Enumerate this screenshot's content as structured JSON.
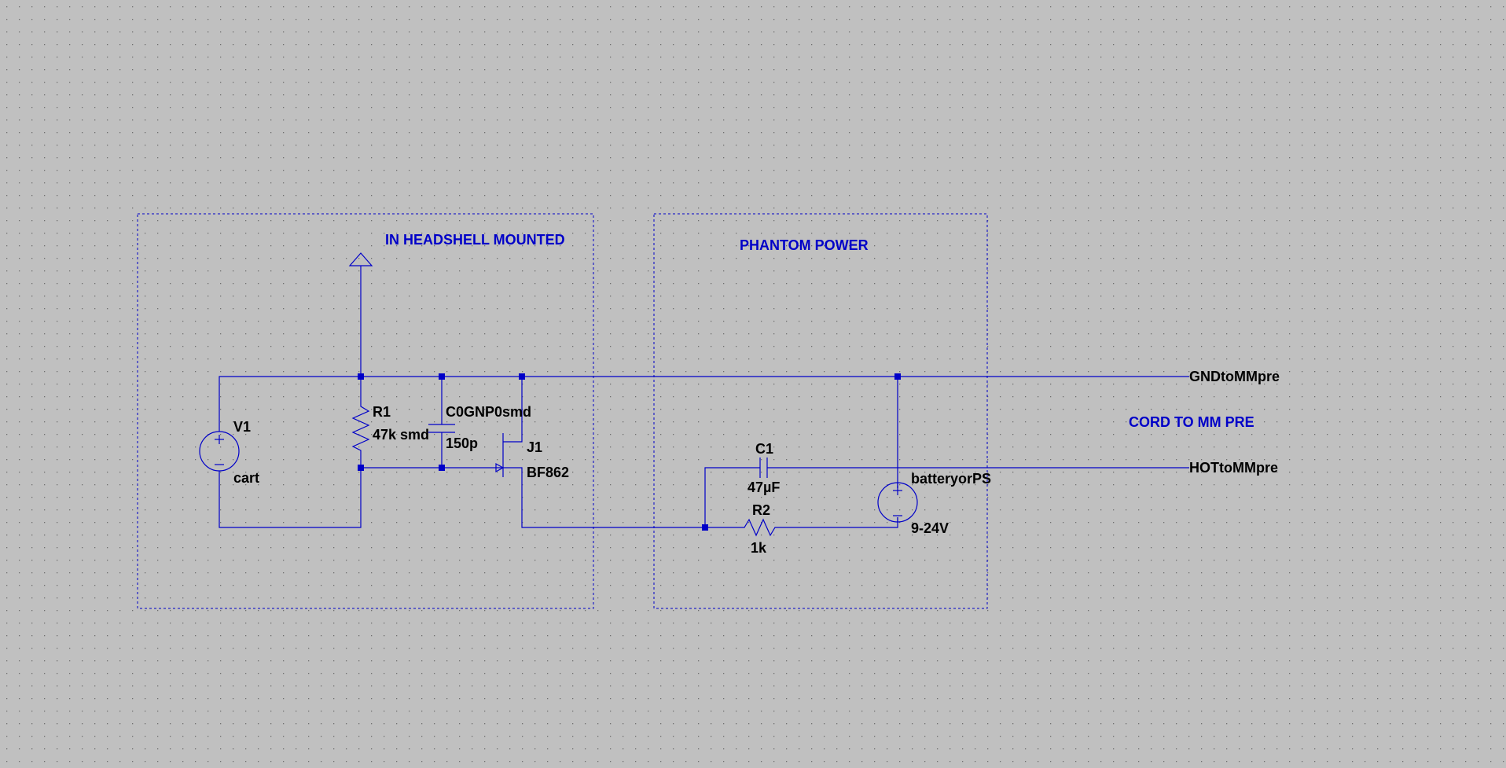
{
  "colors": {
    "background": "#c0c0c0",
    "wire": "#0000c8",
    "text": "#000000",
    "comment": "#0000c8",
    "grid_dot": "#6e6e6e"
  },
  "comments": {
    "headshell": "IN HEADSHELL MOUNTED",
    "phantom": "PHANTOM POWER",
    "cord": "CORD TO MM PRE"
  },
  "components": {
    "v1": {
      "name": "V1",
      "value": "cart",
      "icon": "voltage-source-icon"
    },
    "r1": {
      "name": "R1",
      "value": "47k smd",
      "icon": "resistor-icon"
    },
    "c0": {
      "name": "C0GNP0smd",
      "value": "150p",
      "icon": "capacitor-icon"
    },
    "j1": {
      "name": "J1",
      "value": "BF862",
      "icon": "jfet-icon"
    },
    "c1": {
      "name": "C1",
      "value": "47µF",
      "icon": "capacitor-icon"
    },
    "r2": {
      "name": "R2",
      "value": "1k",
      "icon": "resistor-icon"
    },
    "batt": {
      "name": "batteryorPS",
      "value": "9-24V",
      "icon": "voltage-source-icon"
    }
  },
  "nets": {
    "gnd": "GNDtoMMpre",
    "hot": "HOTtoMMpre"
  }
}
